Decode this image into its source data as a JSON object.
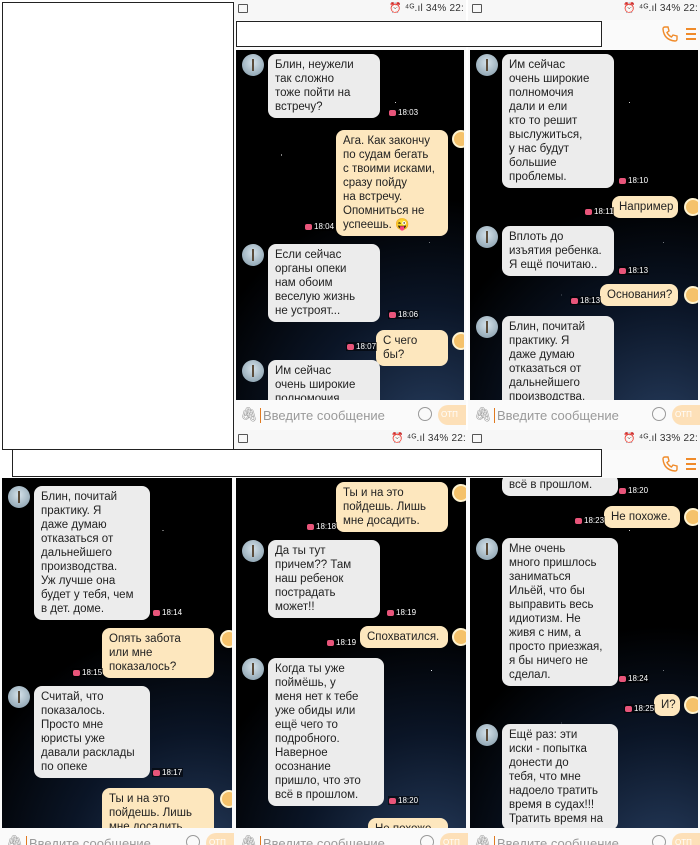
{
  "status_bar": {
    "text_a": "⏰ ⁴ᴳ.ıl 34% 22:",
    "text_b": "⏰ ⁴ᴳ.ıl 34% 22:",
    "text_c": "⏰ ⁴ᴳ.ıl 33% 22:"
  },
  "input": {
    "placeholder": "Введите сообщение",
    "send_label": "ОТП"
  },
  "panel1": {
    "m1": "Блин, неужели\nтак сложно\nтоже пойти на\nвстречу?",
    "t1": "18:03",
    "m2": "Ага. Как закончу\nпо судам бегать\nс твоими исками,\nсразу пойду\nна встречу.\nОпомниться не\nуспеешь. 😜",
    "t2": "18:04",
    "m3": "Если сейчас\nорганы опеки\nнам обоим\nвеселую жизнь\nне устроят...",
    "t3": "18:06",
    "m4": "С чего бы?",
    "t4": "18:07",
    "m5": "Им сейчас\nочень широкие\nполномочия"
  },
  "panel2": {
    "m1": "Им сейчас\nочень широкие\nполномочия\nдали и ели\nкто то решит\nвыслужиться,\nу нас будут\nбольшие\nпроблемы.",
    "t1": "18:10",
    "m2": "Например",
    "t2": "18:11",
    "m3": "Вплоть до\nизъятия ребенка.\nЯ ещё почитаю..",
    "t3": "18:13",
    "m4": "Основания?",
    "t4": "18:13",
    "m5": "Блин, почитай\nпрактику. Я\nдаже думаю\nотказаться от\nдальнейшего\nпроизводства."
  },
  "panel3": {
    "m1": "Блин, почитай\nпрактику. Я\nдаже думаю\nотказаться от\nдальнейшего\nпроизводства.\nУж лучше она\nбудет у тебя, чем\nв дет. доме.",
    "t1": "18:14",
    "m2": "Опять забота\nили мне\nпоказалось?",
    "t2": "18:15",
    "m3": "Считай, что\nпоказалось.\nПросто мне\nюристы уже\nдавали расклады\nпо опеке",
    "t3": "18:17",
    "m4": "Ты и на это\nпойдешь. Лишь\nмне досадить."
  },
  "panel4": {
    "m1": "Ты и на это\nпойдешь. Лишь\nмне досадить.",
    "t1": "18:18",
    "m2": "Да ты тут\nпричем?? Там\nнаш ребенок\nпострадать\nможет!!",
    "t2": "18:19",
    "m3": "Спохватился.",
    "t3": "18:19",
    "m4": "Когда ты уже\nпоймёшь, у\nменя нет к тебе\nуже обиды или\nещё чего то\nподробного.\nНаверное\nосознание\nпришло, что это\nвсё в прошлом.",
    "t4": "18:20",
    "m5": "Не похоже."
  },
  "panel5": {
    "m1": "всё в прошлом.",
    "t1": "18:20",
    "m2": "Не похоже.",
    "t2": "18:23",
    "m3": "Мне очень\nмного пришлось\nзаниматься\nИльёй, что бы\nвыправить весь\nидиотизм. Не\nживя с ним, а\nпросто приезжая,\nя бы ничего не\nсделал.",
    "t3": "18:24",
    "m4": "И?",
    "t4": "18:25",
    "m5": "Ещё раз: эти\nиски - попытка\nдонести до\nтебя, что мне\nнадоело тратить\nвремя в судах!!!\nТратить время на"
  }
}
